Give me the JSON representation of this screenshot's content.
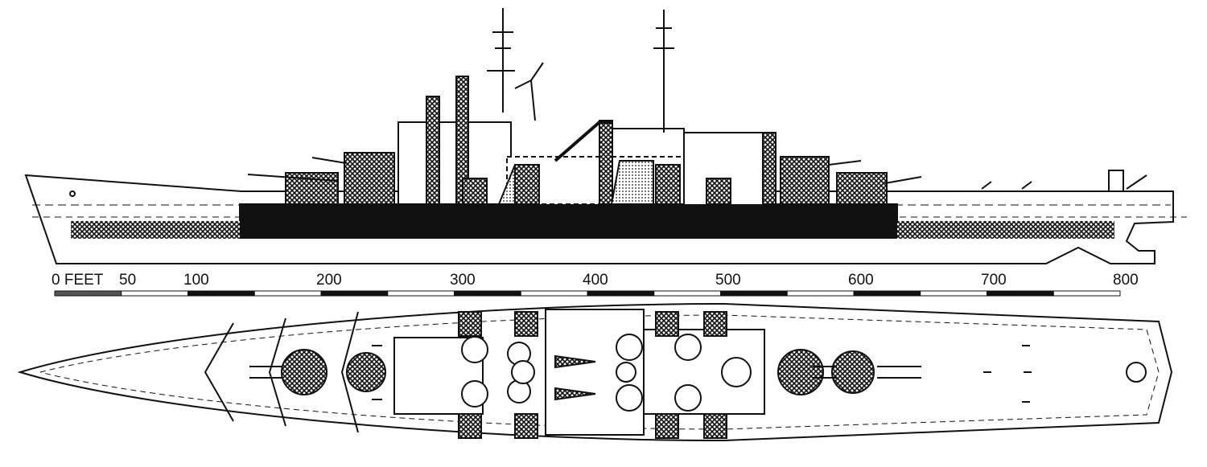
{
  "scale": {
    "unit_label": "0 FEET",
    "ticks": [
      "50",
      "100",
      "200",
      "300",
      "400",
      "500",
      "600",
      "700",
      "800"
    ]
  },
  "colors": {
    "ink": "#111111",
    "paper": "#ffffff"
  }
}
